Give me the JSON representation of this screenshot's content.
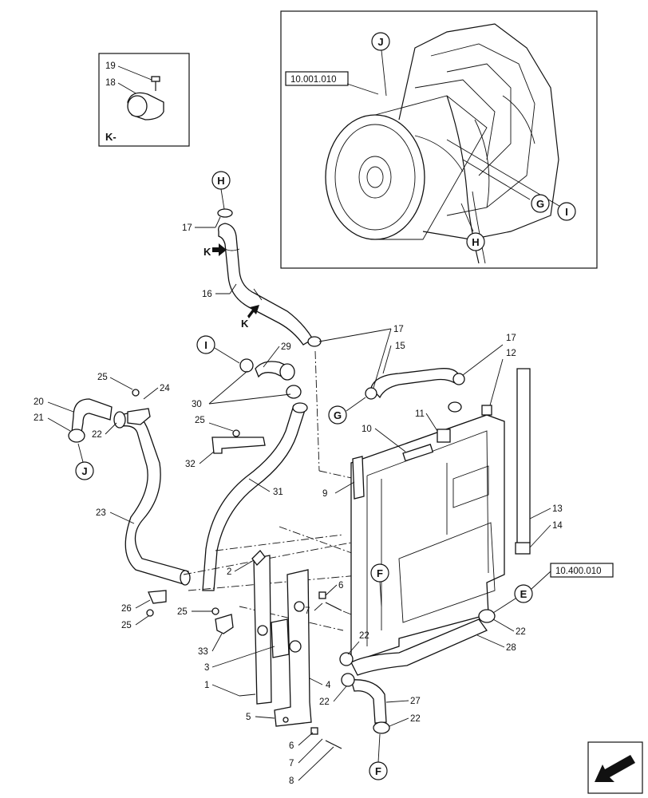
{
  "detail_view": {
    "label": "K-",
    "items": [
      "19",
      "18"
    ]
  },
  "engine_view": {
    "ref": "10.001.010",
    "markers": [
      "J",
      "G",
      "I",
      "H"
    ]
  },
  "circle_markers": [
    "H",
    "I",
    "J",
    "G",
    "F",
    "E",
    "F"
  ],
  "view_arrow_letter": "K",
  "references": {
    "radiator_ref": "10.400.010"
  },
  "callouts": {
    "c1": "1",
    "c2": "2",
    "c3": "3",
    "c4": "4",
    "c5": "5",
    "c6a": "6",
    "c6b": "6",
    "c7a": "7",
    "c7b": "7",
    "c8a": "8",
    "c8b": "8",
    "c9": "9",
    "c10": "10",
    "c11": "11",
    "c12": "12",
    "c13": "13",
    "c14": "14",
    "c15": "15",
    "c16": "16",
    "c17a": "17",
    "c17b": "17",
    "c17c": "17",
    "c20": "20",
    "c21": "21",
    "c22a": "22",
    "c22b": "22",
    "c22c": "22",
    "c22d": "22",
    "c22e": "22",
    "c23": "23",
    "c24": "24",
    "c25a": "25",
    "c25b": "25",
    "c25c": "25",
    "c25d": "25",
    "c26": "26",
    "c27": "27",
    "c28": "28",
    "c29": "29",
    "c30": "30",
    "c31": "31",
    "c32": "32",
    "c33": "33"
  },
  "nav": {
    "icon": "next-page-arrow-icon"
  }
}
